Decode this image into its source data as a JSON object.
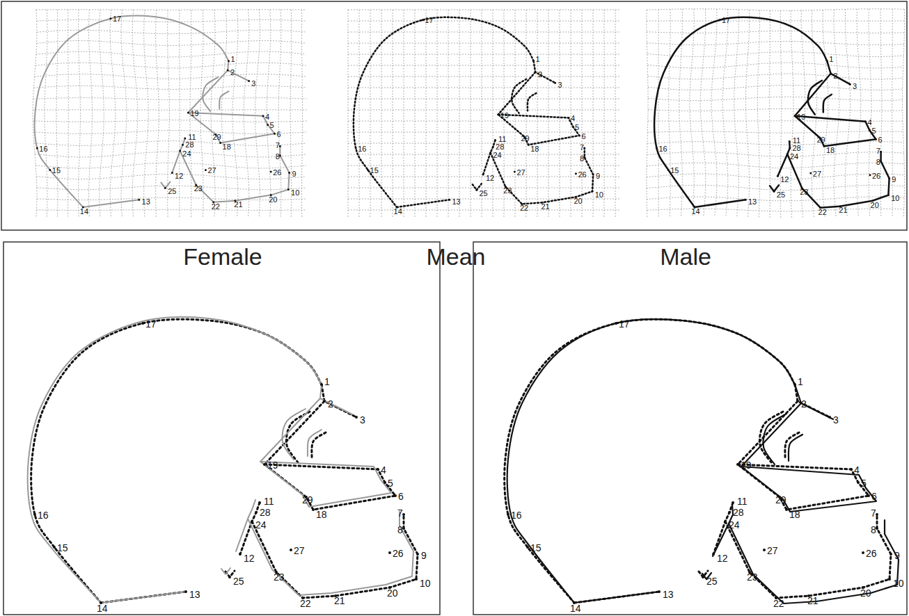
{
  "diagram": {
    "labels": [
      "Female",
      "Mean",
      "Male",
      "1",
      "2",
      "3",
      "4",
      "5",
      "6",
      "7",
      "8",
      "9",
      "10",
      "11",
      "12",
      "13",
      "14",
      "15",
      "16",
      "17",
      "18",
      "19",
      "20",
      "21",
      "22",
      "23",
      "24",
      "25",
      "26",
      "27",
      "28",
      "29",
      "1",
      "2",
      "3",
      "4",
      "5",
      "6",
      "7",
      "8",
      "9",
      "10",
      "11",
      "12",
      "13",
      "14",
      "15",
      "16",
      "17",
      "18",
      "19",
      "20",
      "21",
      "22",
      "23",
      "24",
      "25",
      "26",
      "27",
      "28",
      "29",
      "1",
      "2",
      "3",
      "4",
      "5",
      "6",
      "7",
      "8",
      "9",
      "10",
      "11",
      "12",
      "13",
      "14",
      "15",
      "16",
      "17",
      "18",
      "19",
      "20",
      "21",
      "22",
      "23",
      "24",
      "25",
      "26",
      "27",
      "28",
      "29",
      "1",
      "2",
      "3",
      "4",
      "5",
      "6",
      "7",
      "8",
      "9",
      "10",
      "11",
      "12",
      "13",
      "14",
      "15",
      "16",
      "17",
      "18",
      "19",
      "20",
      "21",
      "22",
      "23",
      "24",
      "25",
      "26",
      "27",
      "28",
      "29",
      "1",
      "2",
      "3",
      "4",
      "5",
      "6",
      "7",
      "8",
      "9",
      "10",
      "11",
      "12",
      "13",
      "14",
      "15",
      "16",
      "17",
      "18",
      "19",
      "20",
      "21",
      "22",
      "23",
      "24",
      "25",
      "26",
      "27",
      "28",
      "29"
    ]
  }
}
